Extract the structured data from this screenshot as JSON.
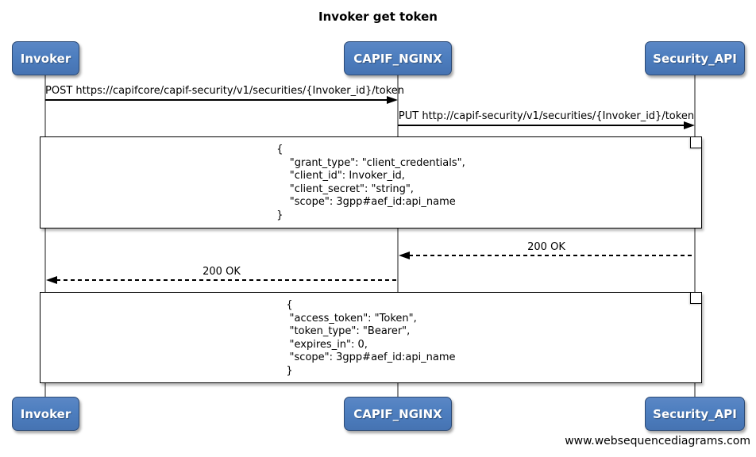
{
  "title": "Invoker get token",
  "watermark": "www.websequencediagrams.com",
  "actors": [
    {
      "id": "invoker",
      "label": "Invoker"
    },
    {
      "id": "capif-nginx",
      "label": "CAPIF_NGINX"
    },
    {
      "id": "security-api",
      "label": "Security_API"
    }
  ],
  "messages": [
    {
      "from": "Invoker",
      "to": "CAPIF_NGINX",
      "style": "solid",
      "label": "POST https://capifcore/capif-security/v1/securities/{Invoker_id}/token"
    },
    {
      "from": "CAPIF_NGINX",
      "to": "Security_API",
      "style": "solid",
      "label": "PUT http://capif-security/v1/securities/{Invoker_id}/token"
    },
    {
      "from": "Security_API",
      "to": "CAPIF_NGINX",
      "style": "dashed",
      "label": "200 OK"
    },
    {
      "from": "CAPIF_NGINX",
      "to": "Invoker",
      "style": "dashed",
      "label": "200 OK"
    }
  ],
  "notes": [
    {
      "lines": [
        "{",
        "    \"grant_type\": \"client_credentials\",",
        "    \"client_id\": Invoker_id,",
        "    \"client_secret\": \"string\",",
        "    \"scope\": 3gpp#aef_id:api_name",
        "}"
      ]
    },
    {
      "lines": [
        "{",
        " \"access_token\": \"Token\",",
        " \"token_type\": \"Bearer\",",
        " \"expires_in\": 0,",
        " \"scope\": 3gpp#aef_id:api_name",
        "}"
      ]
    }
  ],
  "colors": {
    "actor_fill": "#4d7ebf",
    "actor_border": "#2c4a75",
    "actor_text": "#ffffff",
    "lifeline": "#8c8c8c",
    "line": "#000000",
    "note_fill": "#ffffff"
  }
}
